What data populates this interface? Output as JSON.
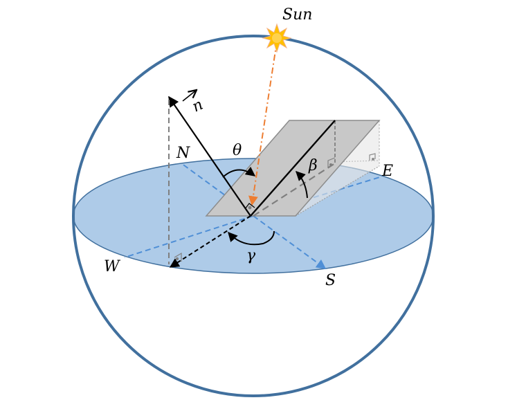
{
  "labels": {
    "sun": "Sun",
    "normal": "n",
    "north": "N",
    "south": "S",
    "east": "E",
    "west": "W",
    "theta": "θ",
    "beta": "β",
    "gamma": "γ"
  },
  "colors": {
    "sphere_outline": "#41709e",
    "horizon_fill": "#aecbe8",
    "horizon_stroke": "#41709e",
    "compass_lines": "#4f8fd6",
    "panel_fill": "#c8c8c8",
    "panel_stroke": "#8c8c8c",
    "sun_ray": "#ed7d31",
    "sun_fill": "#ffc000",
    "projection_lines": "#7f7f7f",
    "vectors": "#000000"
  },
  "icons": {
    "sun": "sun-icon"
  }
}
